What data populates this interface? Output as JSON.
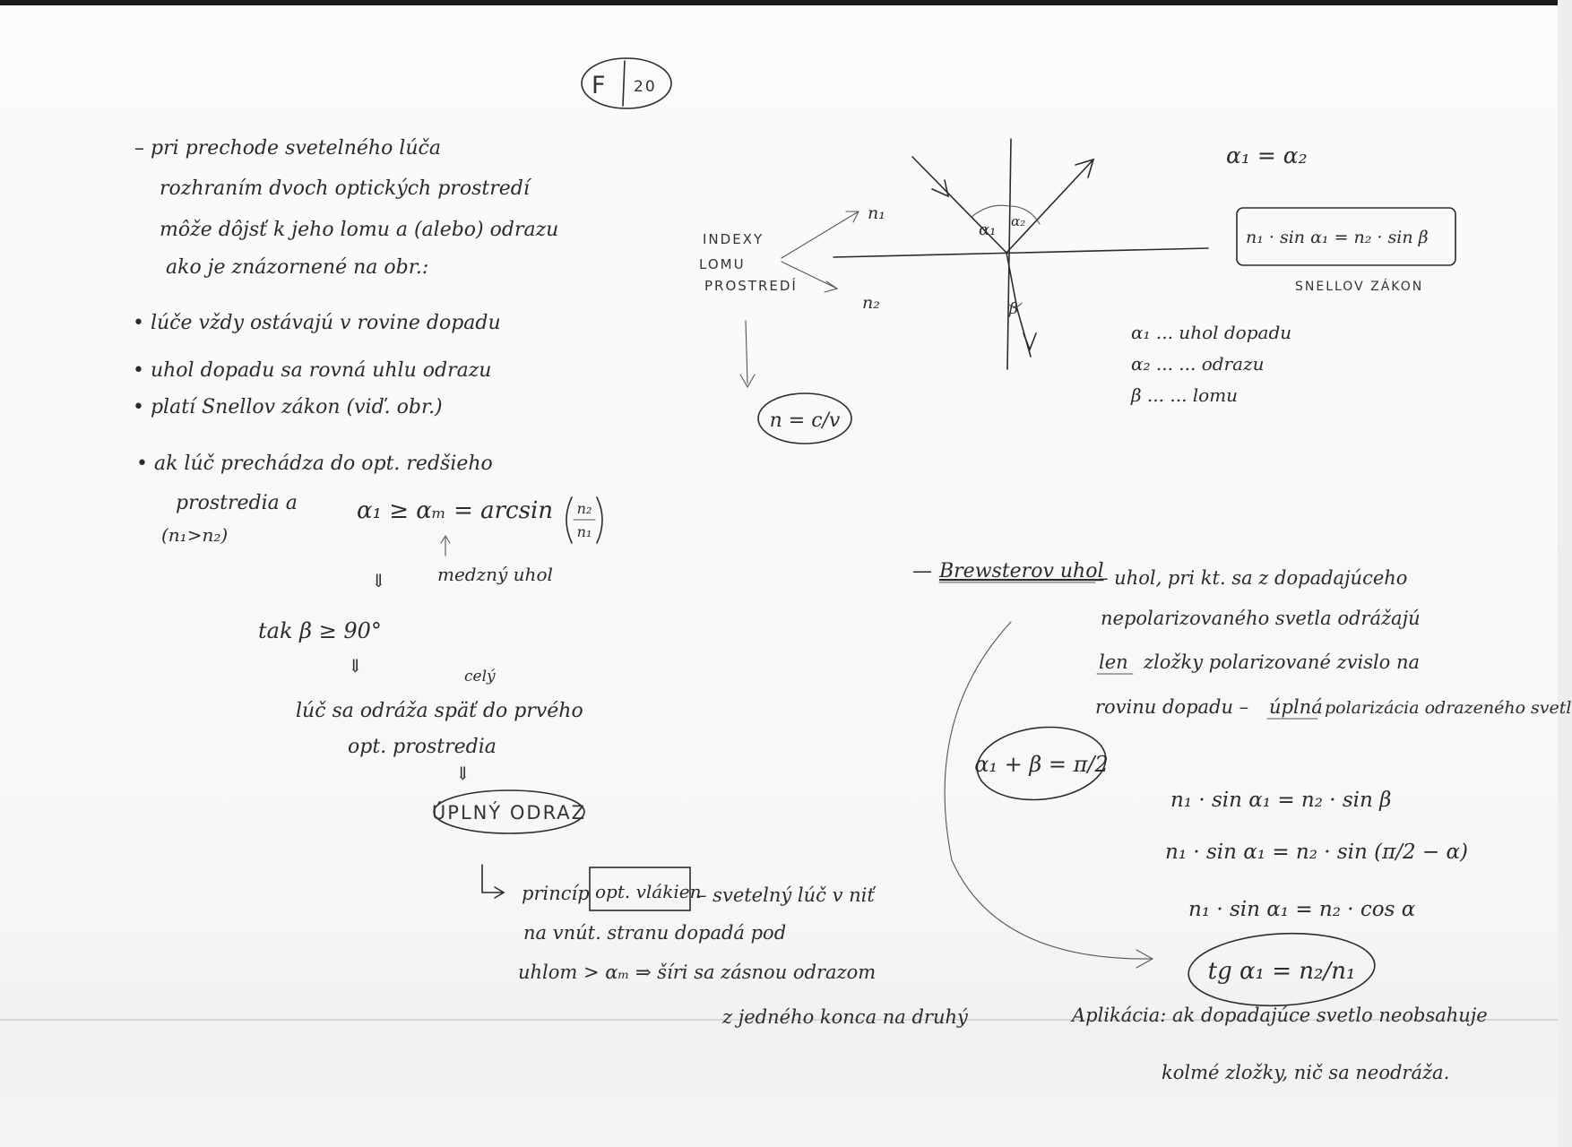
{
  "page_tag": {
    "letter": "F",
    "number": "20"
  },
  "left": {
    "intro": [
      "– pri prechode svetelného lúča",
      "rozhraním dvoch optických prostredí",
      "môže dôjsť k jeho lomu a (alebo) odrazu",
      "ako je znázornené na obr.:"
    ],
    "bullets": [
      "• lúče vždy ostávajú v rovine dopadu",
      "• uhol dopadu sa rovná uhlu odrazu",
      "• platí Snellov zákon (viď. obr.)"
    ],
    "critical": {
      "line1": "• ak lúč prechádza do opt. redšieho",
      "line2": "prostredia a",
      "condition": "(n₁>n₂)",
      "formula": "α₁ ≥ αₘ = arcsin",
      "frac_num": "n₂",
      "frac_den": "n₁",
      "critical_note": "medzný uhol",
      "then": "tak β ≥ 90°",
      "whole": "celý",
      "reflect1": "lúč sa odráža späť do prvého",
      "reflect2": "opt. prostredia",
      "total": "ÚPLNÝ ODRAZ"
    },
    "fiber": {
      "prefix": "princíp",
      "boxed": "opt. vlákien",
      "line1": "– svetelný lúč v niť",
      "line2": "na vnút. stranu dopadá pod",
      "line3": "uhlom > αₘ ⇒ šíri sa zásnou odrazom",
      "line4": "z jedného konca na druhý"
    }
  },
  "diagram": {
    "indexes": [
      "INDEXY",
      "LOMU",
      "PROSTREDÍ"
    ],
    "n1": "n₁",
    "n2": "n₂",
    "alpha1": "α₁",
    "alpha2": "α₂",
    "beta": "β",
    "n_def": "n = c/v",
    "equal_angles": "α₁ = α₂",
    "snell": "n₁ · sin α₁ = n₂ · sin β",
    "snell_name": "SNELLOV ZÁKON",
    "legend": [
      "α₁ ... uhol dopadu",
      "α₂ ... ... odrazu",
      "β ... ... lomu"
    ]
  },
  "brewster": {
    "title": "Brewsterov uhol",
    "line1": "– uhol, pri kt. sa z dopadajúceho",
    "line2": "nepolarizovaného svetla odrážajú",
    "line3_a": "len",
    "line3_b": "zložky polarizované zvislo na",
    "line4_a": "rovinu dopadu –",
    "line4_b": "úplná",
    "line4_c": "polarizácia odrazeného svetla.",
    "relation": "α₁ + β = π/2",
    "eq1": "n₁ · sin α₁ = n₂ · sin β",
    "eq2": "n₁ · sin α₁ = n₂ · sin (π/2 − α)",
    "eq3": "n₁ · sin α₁ = n₂ · cos α",
    "result": "tg α₁ = n₂/n₁",
    "app1": "Aplikácia: ak dopadajúce svetlo neobsahuje",
    "app2": "kolmé zložky, nič sa neodráža."
  }
}
